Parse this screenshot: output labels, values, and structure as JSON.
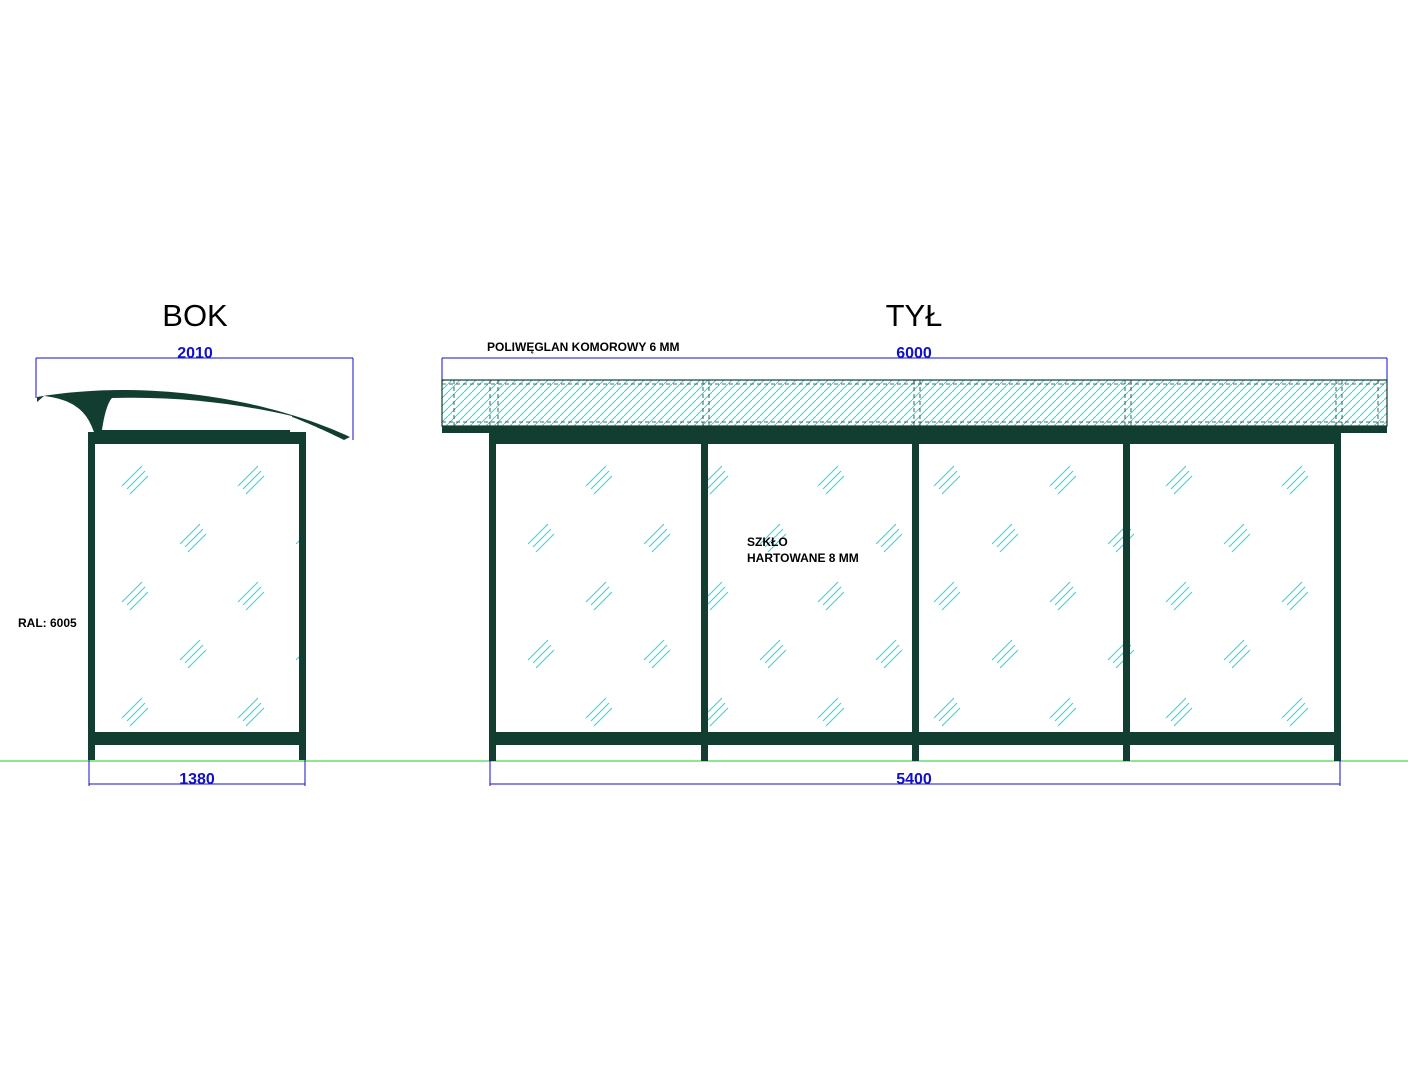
{
  "views": {
    "side_title": "BOK",
    "back_title": "TYŁ"
  },
  "dimensions": {
    "side_roof_width": "2010",
    "side_base_width": "1380",
    "back_roof_width": "6000",
    "back_base_width": "5400"
  },
  "notes": {
    "roof_material": "POLIWĘGLAN KOMOROWY 6 MM",
    "glass_line1": "SZKŁO",
    "glass_line2": "HARTOWANE 8 MM",
    "color": "RAL: 6005"
  },
  "colors": {
    "frame": "#123e31",
    "glass_hatch": "#35d3dd",
    "dimension": "#1010c8",
    "ground_line": "#22cc22"
  }
}
